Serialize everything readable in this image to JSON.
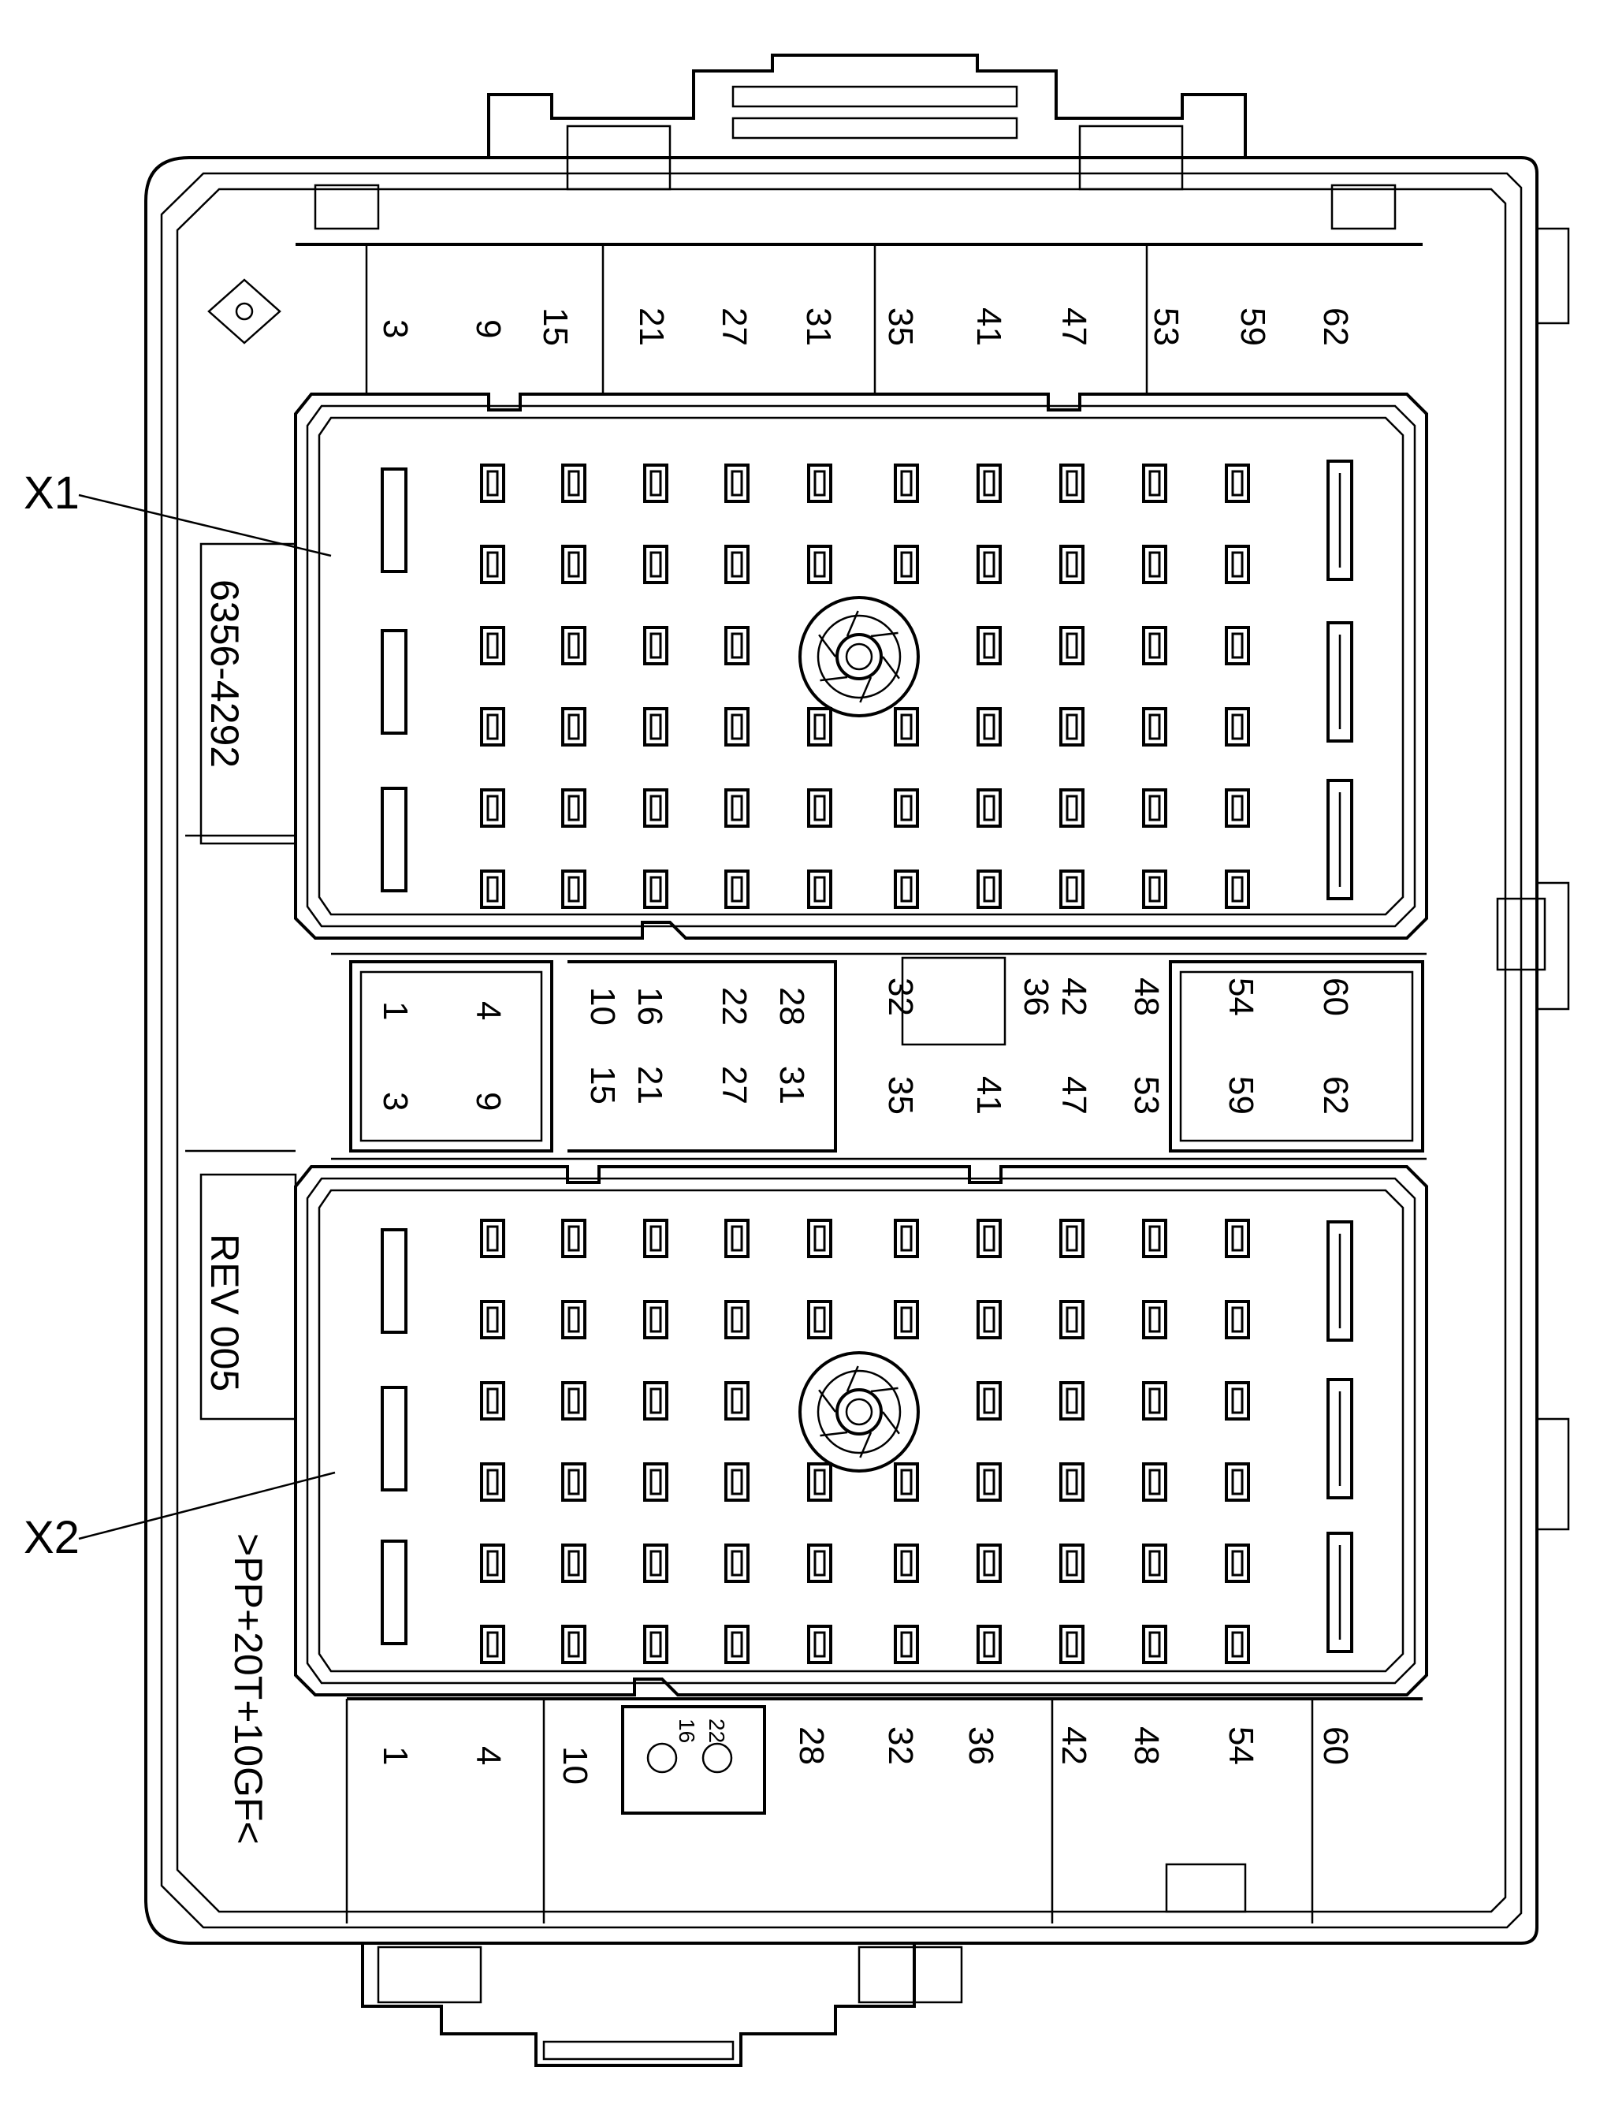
{
  "callouts": {
    "x1": "X1",
    "x2": "X2"
  },
  "side_text": {
    "part_number": "6356-4292",
    "revision": "REV 005",
    "material": ">PP+20T+10GF<"
  },
  "top_row_numbers": [
    "3",
    "9",
    "15",
    "21",
    "27",
    "31",
    "35",
    "41",
    "47",
    "53",
    "59",
    "62"
  ],
  "middle_band": {
    "upper_left": [
      "1",
      "4"
    ],
    "lower_left": [
      "3",
      "9"
    ],
    "center_upper": [
      "10",
      "16",
      "22",
      "28"
    ],
    "center_lower": [
      "15",
      "21",
      "27",
      "31"
    ],
    "right_upper": [
      "32",
      "36",
      "42",
      "48",
      "54",
      "60"
    ],
    "right_lower": [
      "35",
      "41",
      "47",
      "53",
      "59",
      "62"
    ]
  },
  "bottom_row_numbers": [
    "1",
    "4",
    "10",
    "16",
    "22",
    "28",
    "32",
    "36",
    "42",
    "48",
    "54",
    "60"
  ],
  "connectors": [
    {
      "name": "X1",
      "rows": 6,
      "cols": 10
    },
    {
      "name": "X2",
      "rows": 6,
      "cols": 10
    }
  ]
}
